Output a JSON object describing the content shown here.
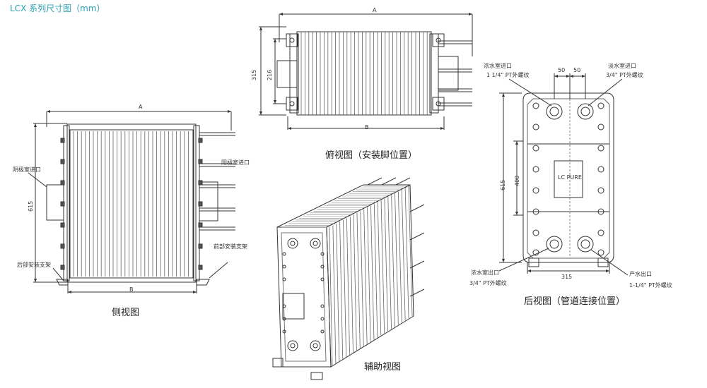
{
  "title": "LCX 系列尺寸图（mm）",
  "views": {
    "side": {
      "caption": "侧视图",
      "dim_top": "A",
      "dim_bottom": "B",
      "dim_height": "615",
      "label_top_left": "阴极室进口",
      "label_right_top": "阳极室进口",
      "label_right_bottom": "前部安装支架",
      "label_bottom_left": "后部安装支架"
    },
    "top": {
      "caption": "俯视图（安装脚位置）",
      "dim_top": "A",
      "dim_bottom": "B",
      "dim_left_outer": "315",
      "dim_left_inner": "216"
    },
    "iso": {
      "caption": "辅助视图"
    },
    "rear": {
      "caption": "后视图（管道连接位置）",
      "label_conc_in": "浓水室进口",
      "label_conc_in_spec": "3/4\" PT外螺纹",
      "label_dilute_in": "淡水室进口",
      "label_dilute_in_spec": "1 1/4\" PT外螺纹",
      "dim_50_left": "50",
      "dim_50_right": "50",
      "dim_height": "615",
      "dim_inner": "400",
      "module_label": "LC PURE",
      "label_conc_out": "浓水室出口",
      "label_conc_out_spec": "3/4\" PT外螺纹",
      "dim_width": "315",
      "label_product_out": "产水出口",
      "label_product_out_spec": "1-1/4\" PT外螺纹"
    }
  }
}
